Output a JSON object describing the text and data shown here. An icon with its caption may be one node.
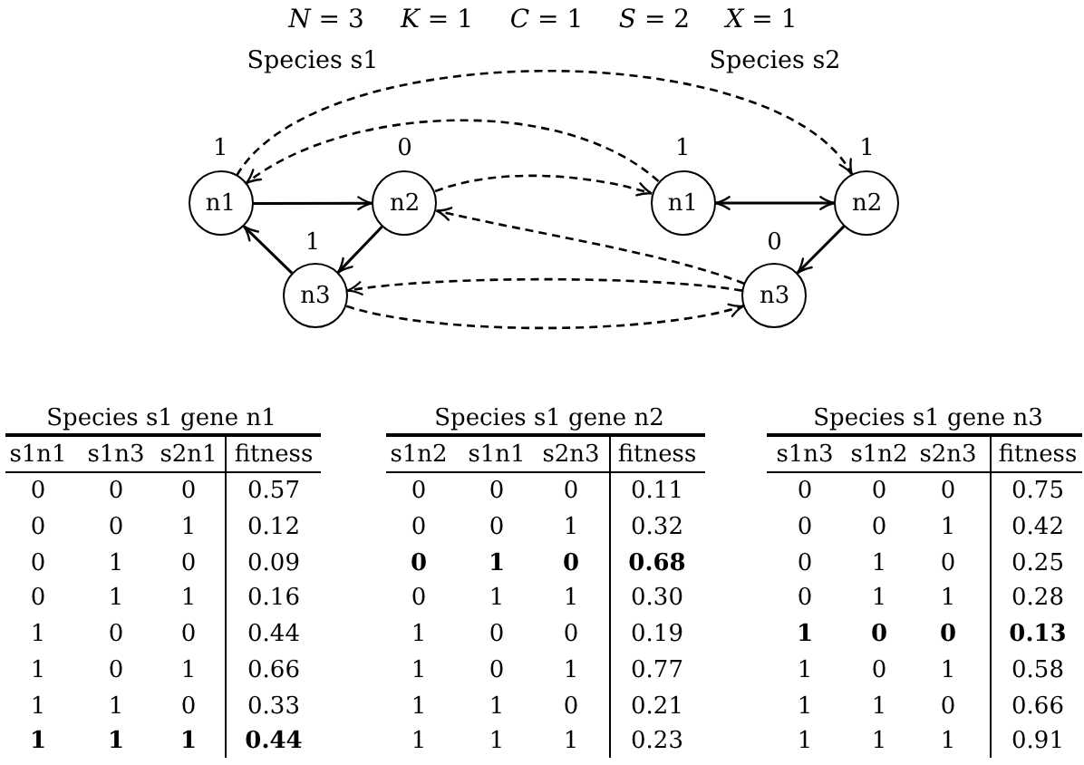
{
  "diagram": {
    "nodes": [
      {
        "text": [
          "n1"
        ],
        "beside": [
          "1"
        ]
      },
      {
        "text": [
          "n2"
        ],
        "beside": [
          "0"
        ]
      },
      {
        "text": [
          "n1"
        ],
        "beside": [
          "1"
        ]
      },
      {
        "text": [
          "n2"
        ],
        "beside": [
          "1"
        ]
      },
      {
        "text": [
          "n3"
        ],
        "beside": [
          "1"
        ]
      },
      {
        "text": [
          "n3"
        ],
        "beside": [
          "0"
        ]
      }
    ],
    "edges": [
      {
        "from": 0,
        "to": 1,
        "arrow": "to"
      },
      {
        "from": 1,
        "to": 4,
        "arrow": "to"
      },
      {
        "from": 4,
        "to": 0,
        "arrow": "to"
      },
      {
        "from": 2,
        "to": 3,
        "arrow": "both"
      },
      {
        "from": 3,
        "to": 5,
        "arrow": "to"
      },
      {
        "from": 0,
        "to": 3,
        "arrow": "to",
        "style": "dashed"
      },
      {
        "from": 2,
        "to": 0,
        "arrow": "to",
        "style": "dashed"
      },
      {
        "from": 1,
        "to": 2,
        "arrow": "to",
        "style": "dashed"
      },
      {
        "from": 5,
        "to": 1,
        "arrow": "to",
        "style": "dashed"
      },
      {
        "from": 5,
        "to": 4,
        "arrow": "to",
        "style": "dashed"
      },
      {
        "from": 4,
        "to": 5,
        "arrow": "to",
        "style": "dashed"
      }
    ],
    "labels": [
      "*N* = 3",
      "*K* = 1",
      "*C* = 1",
      "*S* = 2",
      "*X* = 1",
      "Species s1",
      "Species s2",
      "Species s1 gene n1",
      "s1n1",
      "s1n3",
      "s2n1",
      "fitness",
      "0",
      "0",
      "0",
      "0.57",
      "0",
      "0",
      "1",
      "0.12",
      "0",
      "1",
      "0",
      "0.09",
      "0",
      "1",
      "1",
      "0.16",
      "1",
      "0",
      "0",
      "0.44",
      "1",
      "0",
      "1",
      "0.66",
      "1",
      "1",
      "0",
      "0.33",
      "1",
      "1",
      "1",
      "0.44",
      "Species s1 gene n2",
      "s1n2",
      "s1n1",
      "s2n3",
      "fitness",
      "0",
      "0",
      "0",
      "0.11",
      "0",
      "0",
      "1",
      "0.32",
      "0",
      "1",
      "0",
      "0.68",
      "0",
      "1",
      "1",
      "0.30",
      "1",
      "0",
      "0",
      "0.19",
      "1",
      "0",
      "1",
      "0.77",
      "1",
      "1",
      "0",
      "0.21",
      "1",
      "1",
      "1",
      "0.23",
      "Species s1 gene n3",
      "s1n3",
      "s1n2",
      "s2n3",
      "fitness",
      "0",
      "0",
      "0",
      "0.75",
      "0",
      "0",
      "1",
      "0.42",
      "0",
      "1",
      "0",
      "0.25",
      "0",
      "1",
      "1",
      "0.28",
      "1",
      "0",
      "0",
      "0.13",
      "1",
      "0",
      "1",
      "0.58",
      "1",
      "1",
      "0",
      "0.66",
      "1",
      "1",
      "1",
      "0.91"
    ]
  }
}
